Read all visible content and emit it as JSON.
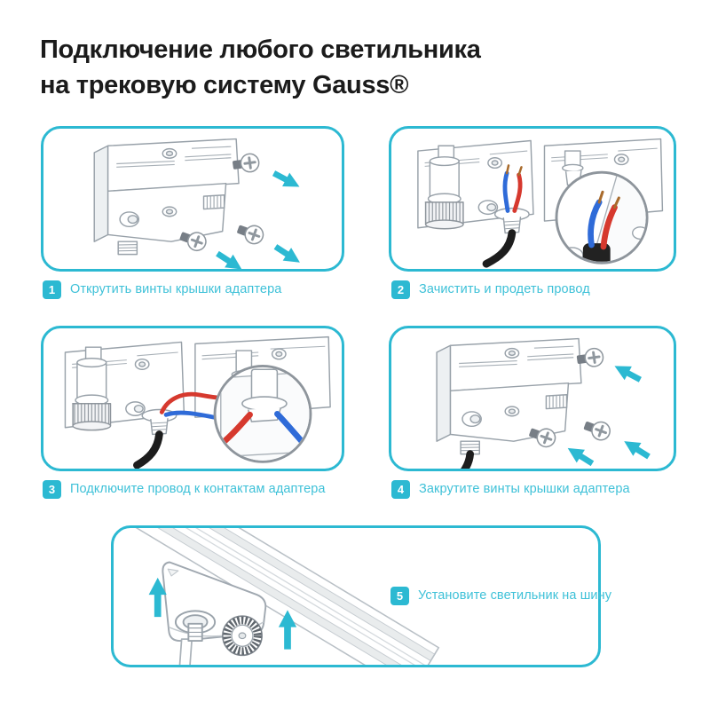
{
  "title": {
    "line1": "Подключение любого светильника",
    "line2": "на трековую систему Gauss®"
  },
  "steps": [
    {
      "num": "1",
      "label": "Открутить винты крышки адаптера"
    },
    {
      "num": "2",
      "label": "Зачистить и продеть провод"
    },
    {
      "num": "3",
      "label": "Подключите провод к контактам адаптера"
    },
    {
      "num": "4",
      "label": "Закрутите винты крышки адаптера"
    },
    {
      "num": "5",
      "label": "Установите светильник на шину"
    }
  ],
  "colors": {
    "accent_teal": "#2cb9d2",
    "label_teal": "#3ec1d8",
    "title_text": "#1b1b1b",
    "outline_gray": "#98a1a9",
    "wire_red": "#d6392e",
    "wire_blue": "#2f6bd8",
    "wire_copper": "#a96b2c",
    "cable_black": "#1d1d1d"
  },
  "icons": {
    "screw": "screw-icon",
    "arrow": "direction-arrow-icon",
    "magnifier": "magnifier-detail-circle"
  }
}
